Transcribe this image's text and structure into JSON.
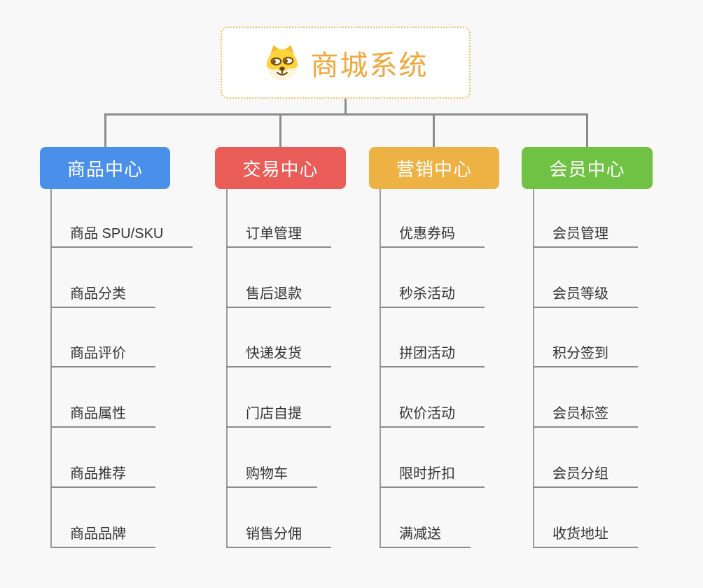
{
  "page": {
    "background": "#F8F8F8"
  },
  "root": {
    "title": "商城系统",
    "icon": "doge-icon",
    "text_color": "#F0A83E",
    "border_color": "#F2BE62",
    "background": "#FFFFFF"
  },
  "connector": {
    "color": "#8C8C8C"
  },
  "branches": [
    {
      "id": "product-center",
      "label": "商品中心",
      "color": "#4A8FE9",
      "items": [
        "商品 SPU/SKU",
        "商品分类",
        "商品评价",
        "商品属性",
        "商品推荐",
        "商品品牌"
      ]
    },
    {
      "id": "trade-center",
      "label": "交易中心",
      "color": "#E95C58",
      "items": [
        "订单管理",
        "售后退款",
        "快递发货",
        "门店自提",
        "购物车",
        "销售分佣"
      ]
    },
    {
      "id": "marketing-center",
      "label": "营销中心",
      "color": "#EDB144",
      "items": [
        "优惠券码",
        "秒杀活动",
        "拼团活动",
        "砍价活动",
        "限时折扣",
        "满减送"
      ]
    },
    {
      "id": "member-center",
      "label": "会员中心",
      "color": "#70C244",
      "items": [
        "会员管理",
        "会员等级",
        "积分签到",
        "会员标签",
        "会员分组",
        "收货地址"
      ]
    }
  ]
}
